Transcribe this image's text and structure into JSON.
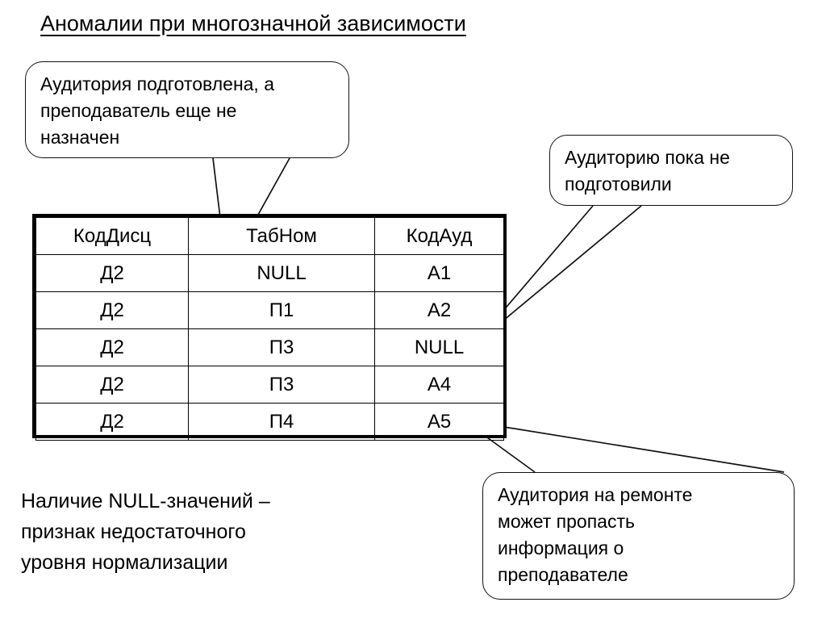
{
  "slide": {
    "title": "Аномалии при многозначной зависимости",
    "background_color": "#ffffff",
    "text_color": "#000000",
    "outline_color": "#111111"
  },
  "callouts": {
    "prepared_no_teacher": {
      "lines": [
        "Аудитория подготовлена, а",
        "преподаватель еще не",
        "назначен"
      ]
    },
    "room_not_ready": {
      "lines": [
        "Аудиторию пока не",
        "подготовили"
      ]
    },
    "room_repair": {
      "lines": [
        "Аудитория на ремонте",
        "может пропасть",
        "информация о",
        "преподавателе"
      ]
    }
  },
  "table": {
    "headers": [
      "КодДисц",
      "ТабНом",
      "КодАуд"
    ],
    "rows": [
      [
        "Д2",
        "NULL",
        "А1"
      ],
      [
        "Д2",
        "П1",
        "А2"
      ],
      [
        "Д2",
        "П3",
        "NULL"
      ],
      [
        "Д2",
        "П3",
        "А4"
      ],
      [
        "Д2",
        "П4",
        "А5"
      ]
    ]
  },
  "note": {
    "lines": [
      "Наличие NULL-значений –",
      "признак недостаточного",
      "уровня нормализации"
    ]
  }
}
